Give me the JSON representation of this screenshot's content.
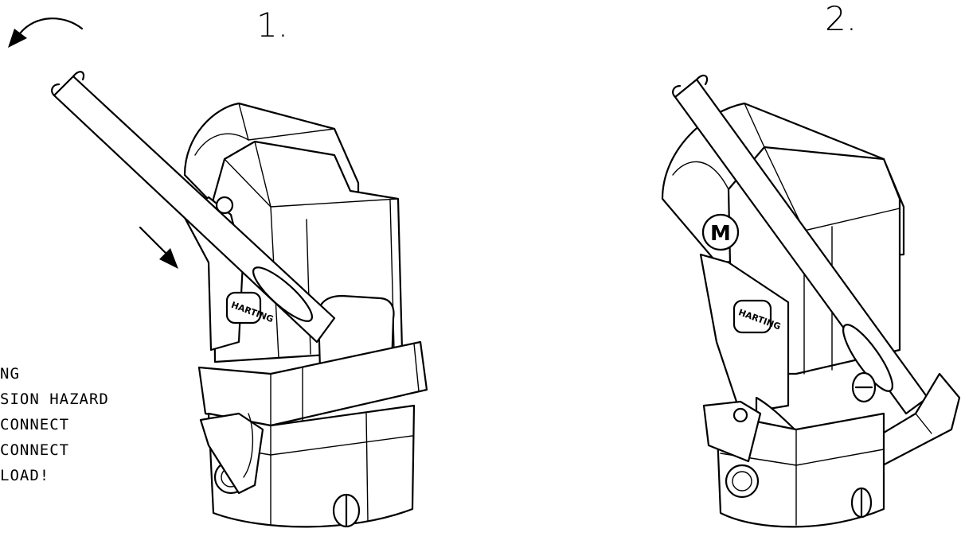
{
  "steps": [
    {
      "number": "1."
    },
    {
      "number": "2."
    }
  ],
  "warning_lines": [
    "NG",
    "SION HAZARD",
    " CONNECT",
    "CONNECT",
    "LOAD!"
  ],
  "brand_label": "HARTING",
  "m_logo": "M"
}
